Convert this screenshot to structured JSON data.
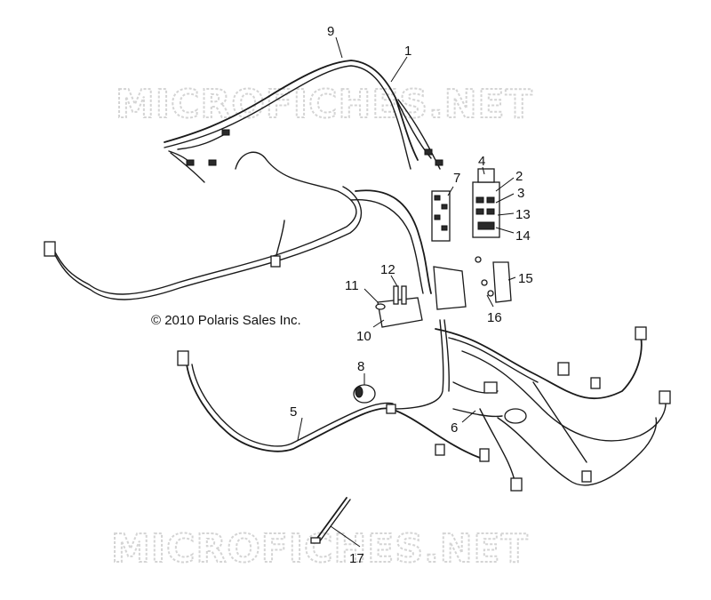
{
  "watermarks": [
    "MICROFICHES.NET",
    "MICROFICHES.NET"
  ],
  "copyright": "© 2010 Polaris Sales Inc.",
  "callouts": [
    {
      "id": "1",
      "label": "1"
    },
    {
      "id": "2",
      "label": "2"
    },
    {
      "id": "3",
      "label": "3"
    },
    {
      "id": "4",
      "label": "4"
    },
    {
      "id": "5",
      "label": "5"
    },
    {
      "id": "6",
      "label": "6"
    },
    {
      "id": "7",
      "label": "7"
    },
    {
      "id": "8",
      "label": "8"
    },
    {
      "id": "9",
      "label": "9"
    },
    {
      "id": "10",
      "label": "10"
    },
    {
      "id": "11",
      "label": "11"
    },
    {
      "id": "12",
      "label": "12"
    },
    {
      "id": "13",
      "label": "13"
    },
    {
      "id": "14",
      "label": "14"
    },
    {
      "id": "15",
      "label": "15"
    },
    {
      "id": "16",
      "label": "16"
    },
    {
      "id": "17",
      "label": "17"
    }
  ]
}
